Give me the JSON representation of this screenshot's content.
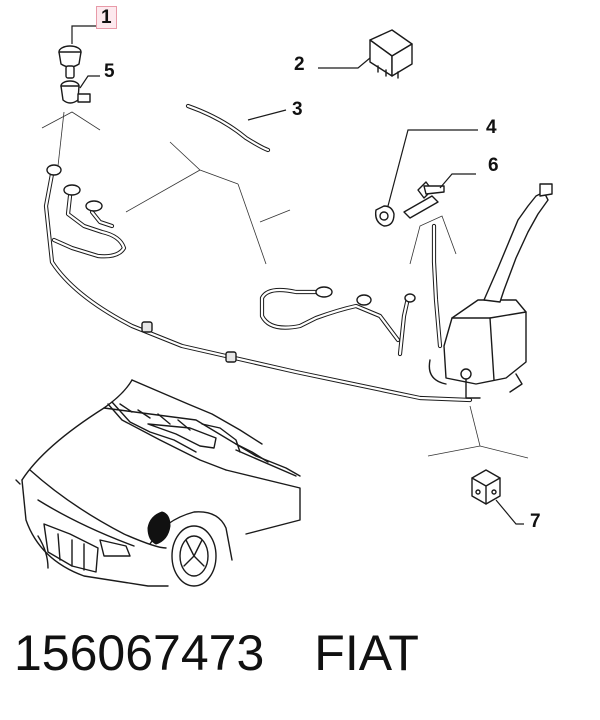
{
  "callouts": [
    {
      "id": "1",
      "label": "1",
      "highlighted": true
    },
    {
      "id": "2",
      "label": "2",
      "highlighted": false
    },
    {
      "id": "3",
      "label": "3",
      "highlighted": false
    },
    {
      "id": "4",
      "label": "4",
      "highlighted": false
    },
    {
      "id": "5",
      "label": "5",
      "highlighted": false
    },
    {
      "id": "6",
      "label": "6",
      "highlighted": false
    },
    {
      "id": "7",
      "label": "7",
      "highlighted": false
    }
  ],
  "footer": {
    "part_number": "156067473",
    "brand": "FIAT"
  },
  "colors": {
    "line": "#1a1a1a",
    "highlight_border": "#e89aa8",
    "highlight_fill": "#fde9ee",
    "sensor_fill": "#111111"
  }
}
